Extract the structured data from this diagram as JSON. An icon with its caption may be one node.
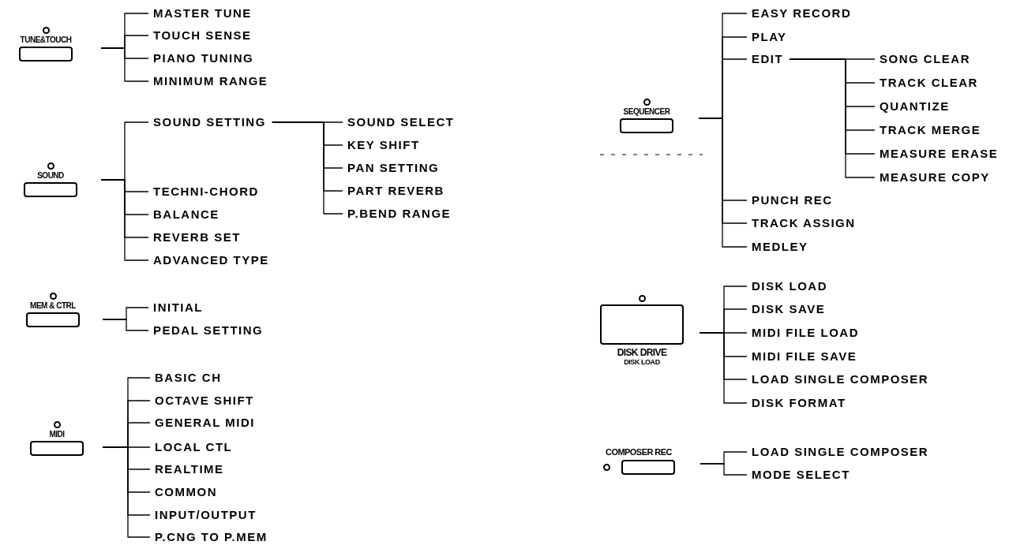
{
  "diagram": {
    "nodes": [
      {
        "text": [
          "TUNE&TOUCH"
        ]
      },
      {
        "text": [
          "MASTER TUNE"
        ]
      },
      {
        "text": [
          "TOUCH SENSE"
        ]
      },
      {
        "text": [
          "PIANO TUNING"
        ]
      },
      {
        "text": [
          "MINIMUM RANGE"
        ]
      },
      {
        "text": [
          "SOUND"
        ]
      },
      {
        "text": [
          "SOUND SETTING"
        ]
      },
      {
        "text": [
          "SOUND SELECT"
        ]
      },
      {
        "text": [
          "KEY SHIFT"
        ]
      },
      {
        "text": [
          "PAN SETTING"
        ]
      },
      {
        "text": [
          "PART REVERB"
        ]
      },
      {
        "text": [
          "P.BEND RANGE"
        ]
      },
      {
        "text": [
          "TECHNI-CHORD"
        ]
      },
      {
        "text": [
          "BALANCE"
        ]
      },
      {
        "text": [
          "REVERB SET"
        ]
      },
      {
        "text": [
          "ADVANCED TYPE"
        ]
      },
      {
        "text": [
          "MEM & CTRL"
        ]
      },
      {
        "text": [
          "INITIAL"
        ]
      },
      {
        "text": [
          "PEDAL SETTING"
        ]
      },
      {
        "text": [
          "MIDI"
        ]
      },
      {
        "text": [
          "BASIC CH"
        ]
      },
      {
        "text": [
          "OCTAVE SHIFT"
        ]
      },
      {
        "text": [
          "GENERAL MIDI"
        ]
      },
      {
        "text": [
          "LOCAL CTL"
        ]
      },
      {
        "text": [
          "REALTIME"
        ]
      },
      {
        "text": [
          "COMMON"
        ]
      },
      {
        "text": [
          "INPUT/OUTPUT"
        ]
      },
      {
        "text": [
          "P.CNG TO P.MEM"
        ]
      },
      {
        "text": [
          "SEQUENCER"
        ]
      },
      {
        "text": [
          "EASY RECORD"
        ]
      },
      {
        "text": [
          "PLAY"
        ]
      },
      {
        "text": [
          "EDIT"
        ]
      },
      {
        "text": [
          "SONG CLEAR"
        ]
      },
      {
        "text": [
          "TRACK CLEAR"
        ]
      },
      {
        "text": [
          "QUANTIZE"
        ]
      },
      {
        "text": [
          "TRACK MERGE"
        ]
      },
      {
        "text": [
          "MEASURE ERASE"
        ]
      },
      {
        "text": [
          "MEASURE COPY"
        ]
      },
      {
        "text": [
          "PUNCH REC"
        ]
      },
      {
        "text": [
          "TRACK ASSIGN"
        ]
      },
      {
        "text": [
          "MEDLEY"
        ]
      },
      {
        "text": [
          "DISK DRIVE",
          "DISK LOAD"
        ]
      },
      {
        "text": [
          "DISK LOAD"
        ]
      },
      {
        "text": [
          "DISK SAVE"
        ]
      },
      {
        "text": [
          "MIDI FILE LOAD"
        ]
      },
      {
        "text": [
          "MIDI FILE SAVE"
        ]
      },
      {
        "text": [
          "LOAD SINGLE COMPOSER"
        ]
      },
      {
        "text": [
          "DISK FORMAT"
        ]
      },
      {
        "text": [
          "COMPOSER REC"
        ]
      },
      {
        "text": [
          "LOAD SINGLE COMPOSER"
        ]
      },
      {
        "text": [
          "MODE SELECT"
        ]
      }
    ],
    "edges": [
      {
        "from": 0,
        "to": 1,
        "arrow": "none"
      },
      {
        "from": 0,
        "to": 2,
        "arrow": "none"
      },
      {
        "from": 0,
        "to": 3,
        "arrow": "none"
      },
      {
        "from": 0,
        "to": 4,
        "arrow": "none"
      },
      {
        "from": 5,
        "to": 6,
        "arrow": "none"
      },
      {
        "from": 6,
        "to": 7,
        "arrow": "none"
      },
      {
        "from": 6,
        "to": 8,
        "arrow": "none"
      },
      {
        "from": 6,
        "to": 9,
        "arrow": "none"
      },
      {
        "from": 6,
        "to": 10,
        "arrow": "none"
      },
      {
        "from": 6,
        "to": 11,
        "arrow": "none"
      },
      {
        "from": 5,
        "to": 12,
        "arrow": "none"
      },
      {
        "from": 5,
        "to": 13,
        "arrow": "none"
      },
      {
        "from": 5,
        "to": 14,
        "arrow": "none"
      },
      {
        "from": 5,
        "to": 15,
        "arrow": "none"
      },
      {
        "from": 16,
        "to": 17,
        "arrow": "none"
      },
      {
        "from": 16,
        "to": 18,
        "arrow": "none"
      },
      {
        "from": 19,
        "to": 20,
        "arrow": "none"
      },
      {
        "from": 19,
        "to": 21,
        "arrow": "none"
      },
      {
        "from": 19,
        "to": 22,
        "arrow": "none"
      },
      {
        "from": 19,
        "to": 23,
        "arrow": "none"
      },
      {
        "from": 19,
        "to": 24,
        "arrow": "none"
      },
      {
        "from": 19,
        "to": 25,
        "arrow": "none"
      },
      {
        "from": 19,
        "to": 26,
        "arrow": "none"
      },
      {
        "from": 19,
        "to": 27,
        "arrow": "none"
      },
      {
        "from": 28,
        "to": 29,
        "arrow": "none"
      },
      {
        "from": 28,
        "to": 30,
        "arrow": "none"
      },
      {
        "from": 28,
        "to": 31,
        "arrow": "none"
      },
      {
        "from": 31,
        "to": 32,
        "arrow": "none"
      },
      {
        "from": 31,
        "to": 33,
        "arrow": "none"
      },
      {
        "from": 31,
        "to": 34,
        "arrow": "none"
      },
      {
        "from": 31,
        "to": 35,
        "arrow": "none"
      },
      {
        "from": 31,
        "to": 36,
        "arrow": "none"
      },
      {
        "from": 31,
        "to": 37,
        "arrow": "none"
      },
      {
        "from": 28,
        "to": 38,
        "arrow": "none"
      },
      {
        "from": 28,
        "to": 39,
        "arrow": "none"
      },
      {
        "from": 28,
        "to": 40,
        "arrow": "none"
      },
      {
        "from": 41,
        "to": 42,
        "arrow": "none"
      },
      {
        "from": 41,
        "to": 43,
        "arrow": "none"
      },
      {
        "from": 41,
        "to": 44,
        "arrow": "none"
      },
      {
        "from": 41,
        "to": 45,
        "arrow": "none"
      },
      {
        "from": 41,
        "to": 46,
        "arrow": "none"
      },
      {
        "from": 41,
        "to": 47,
        "arrow": "none"
      },
      {
        "from": 48,
        "to": 49,
        "arrow": "none"
      },
      {
        "from": 48,
        "to": 50,
        "arrow": "none"
      }
    ]
  }
}
